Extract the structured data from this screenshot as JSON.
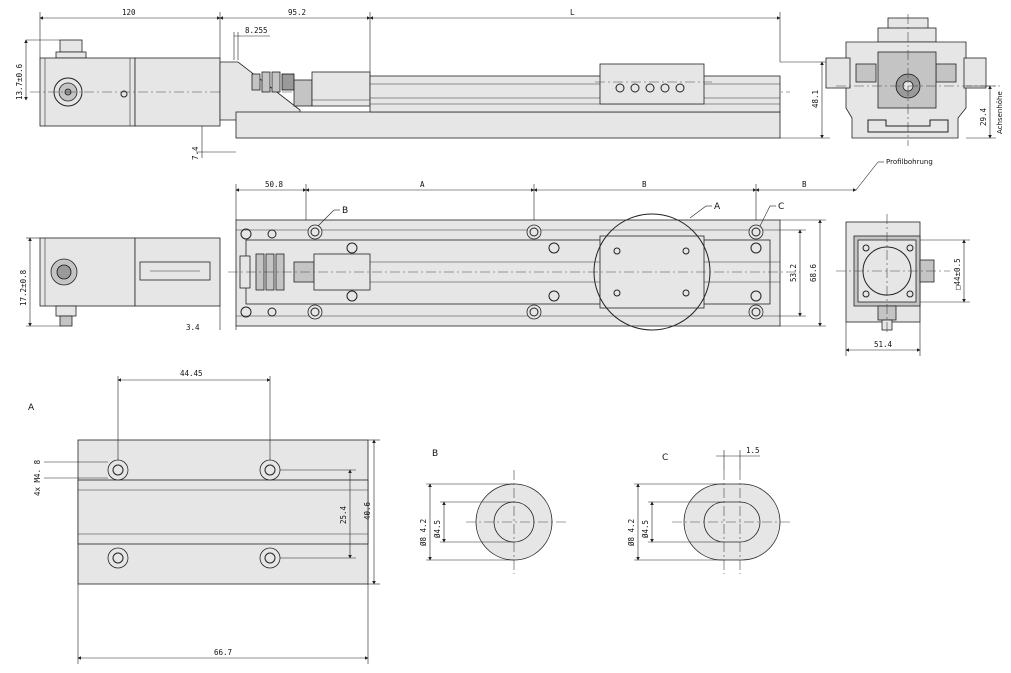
{
  "drawing": {
    "side_view": {
      "dims": {
        "motor_length": "120",
        "coupling_length": "95.2",
        "stroke": "L",
        "coupling_offset": "8.255",
        "connector_height": "13.7±0.6",
        "height_total": "48.1",
        "motor_offset": "7.4"
      }
    },
    "end_view_right": {
      "dims": {
        "axis_height": "29.4",
        "axis_label": "Achsenhöhe"
      }
    },
    "top_view": {
      "dims": {
        "left_margin": "50.8",
        "pitch_a": "A",
        "pitch_b": "B",
        "pitch_b_end": "B",
        "profile_bore_label": "Profilbohrung",
        "connector_height": "17.2±0.8",
        "motor_offset": "3.4",
        "profile_width_inner": "53.2",
        "profile_width": "68.6"
      },
      "callouts": {
        "b": "B",
        "a": "A",
        "c": "C"
      }
    },
    "end_view_motor": {
      "dims": {
        "flange": "□44±0.5",
        "width": "51.4"
      }
    },
    "detail_a": {
      "label": "A",
      "dims": {
        "hole_spacing_x": "44.45",
        "thread": "4x M4. 8",
        "hole_spacing_y": "25.4",
        "height": "40.6",
        "width": "66.7"
      }
    },
    "detail_b": {
      "label": "B",
      "dims": {
        "counterbore": "Ø8  4.2",
        "hole": "Ø4.5"
      }
    },
    "detail_c": {
      "label": "C",
      "dims": {
        "slot_offset": "1.5",
        "counterbore": "Ø8  4.2",
        "hole": "Ø4.5"
      }
    }
  }
}
